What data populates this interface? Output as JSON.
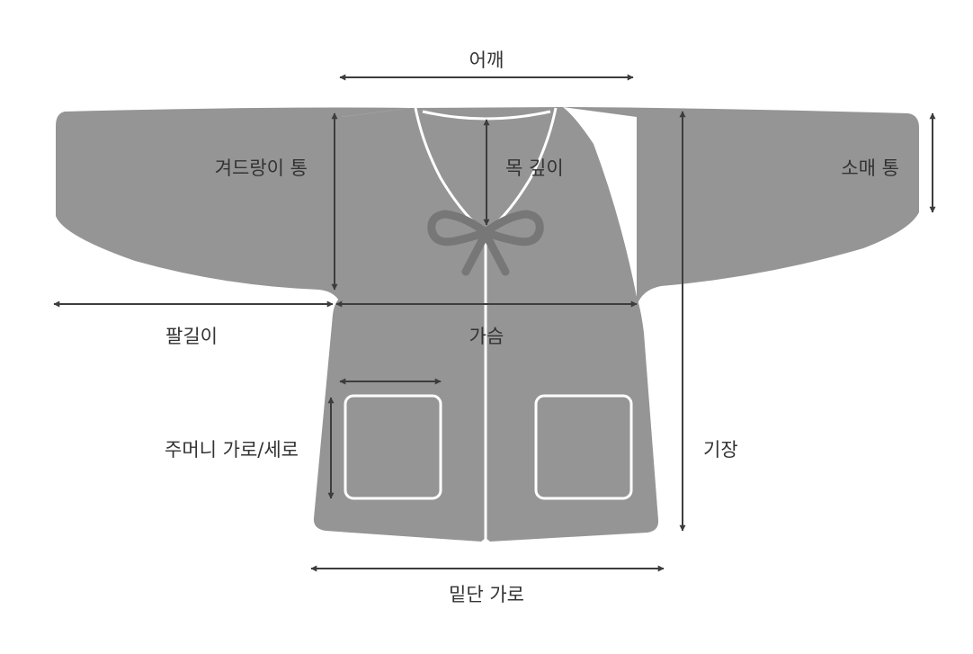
{
  "labels": {
    "shoulder": "어깨",
    "armhole": "겨드랑이 통",
    "neck_depth": "목 깊이",
    "sleeve_width": "소매 통",
    "sleeve_length": "팔길이",
    "chest": "가슴",
    "pocket": "주머니 가로/세로",
    "length": "기장",
    "hem": "밑단 가로"
  },
  "colors": {
    "garment": "#959595",
    "seam": "#ffffff",
    "bow": "#777777",
    "dimension_line": "#3d3d3d",
    "text": "#333333"
  }
}
